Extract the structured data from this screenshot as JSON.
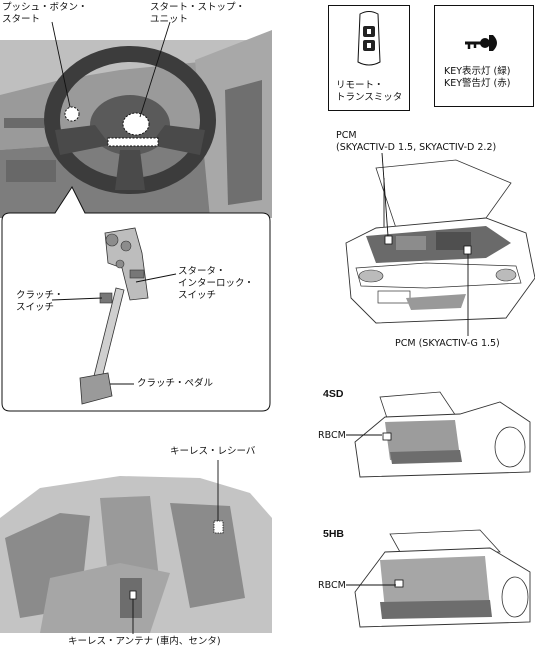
{
  "labels": {
    "push_button_start": [
      "プッシュ・ボタン・",
      "スタート"
    ],
    "start_stop_unit": [
      "スタート・ストップ・",
      "ユニット"
    ],
    "clutch_switch": [
      "クラッチ・",
      "スイッチ"
    ],
    "starter_interlock_switch": [
      "スタータ・",
      "インターロック・",
      "スイッチ"
    ],
    "clutch_pedal": "クラッチ・ペダル",
    "keyless_receiver": "キーレス・レシーバ",
    "keyless_antenna": "キーレス・アンテナ (車内、センタ)",
    "remote_transmitter": [
      "リモート・",
      "トランスミッタ"
    ],
    "key_indicator": [
      "KEY表示灯 (緑)",
      "KEY警告灯 (赤)"
    ],
    "pcm_diesel": [
      "PCM",
      "(SKYACTIV-D 1.5, SKYACTIV-D 2.2)"
    ],
    "pcm_gasoline": "PCM (SKYACTIV-G 1.5)",
    "sd4": "4SD",
    "hb5": "5HB",
    "rbcm_sd": "RBCM",
    "rbcm_hb": "RBCM"
  },
  "colors": {
    "line": "#111111",
    "shade": "#8a8a8a",
    "fill": "#d9d9d9"
  },
  "icons": {
    "key_lamp": "key-lamp-icon",
    "fob": "key-fob-icon"
  }
}
